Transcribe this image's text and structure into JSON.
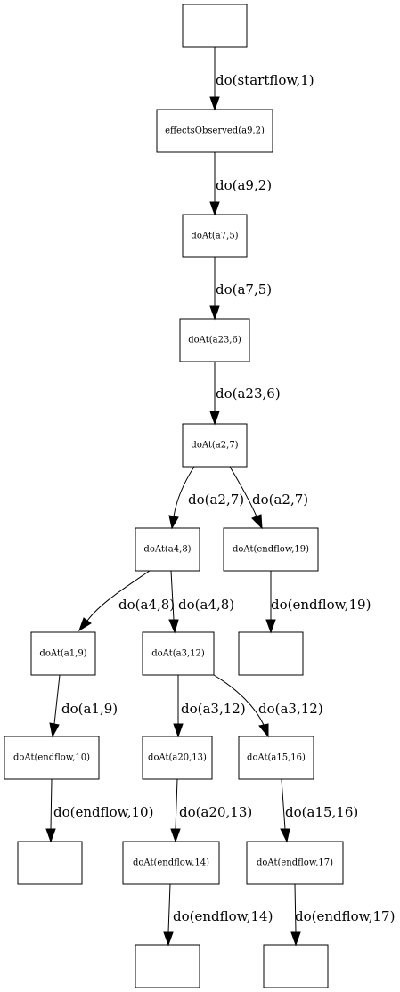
{
  "nodes": {
    "n0": "",
    "n1": "effectsObserved(a9,2)",
    "n2": "doAt(a7,5)",
    "n3": "doAt(a23,6)",
    "n4": "doAt(a2,7)",
    "n5": "doAt(a4,8)",
    "n6": "doAt(endflow,19)",
    "n7": "doAt(a1,9)",
    "n8": "doAt(a3,12)",
    "n9": "",
    "n10": "doAt(endflow,10)",
    "n11": "doAt(a20,13)",
    "n12": "doAt(a15,16)",
    "n13": "",
    "n14": "doAt(endflow,14)",
    "n15": "doAt(endflow,17)",
    "n16": "",
    "n17": ""
  },
  "edges": {
    "e0": "do(startflow,1)",
    "e1": "do(a9,2)",
    "e2": "do(a7,5)",
    "e3": "do(a23,6)",
    "e4": "do(a2,7)",
    "e5": "do(a2,7)",
    "e6": "do(a4,8)",
    "e7": "do(a4,8)",
    "e8": "do(endflow,19)",
    "e9": "do(a1,9)",
    "e10": "do(a3,12)",
    "e11": "do(a3,12)",
    "e12": "do(endflow,10)",
    "e13": "do(a20,13)",
    "e14": "do(a15,16)",
    "e15": "do(endflow,14)",
    "e16": "do(endflow,17)"
  }
}
